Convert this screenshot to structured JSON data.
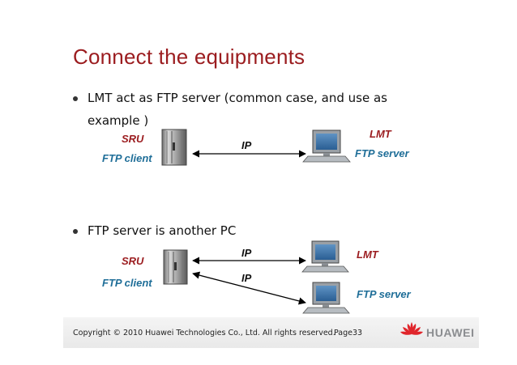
{
  "title": "Connect the equipments",
  "bullets": [
    {
      "line1": "LMT act as FTP server (common case, and use as",
      "line2": "example )"
    },
    {
      "line1": "FTP server is another PC"
    }
  ],
  "diagram1": {
    "left_role": "SRU",
    "left_function": "FTP client",
    "link_label": "IP",
    "right_role": "LMT",
    "right_function": "FTP server"
  },
  "diagram2": {
    "left_role": "SRU",
    "left_function": "FTP client",
    "link_top_label": "IP",
    "link_bottom_label": "IP",
    "right_top_role": "LMT",
    "right_bottom_function": "FTP server"
  },
  "footer": {
    "copyright": "Copyright © 2010 Huawei Technologies Co., Ltd. All rights reserved.",
    "page": "Page33",
    "brand": "HUAWEI"
  },
  "colors": {
    "title_red": "#9b1c1f",
    "label_blue": "#1f6e98",
    "brand_red": "#e0252b"
  }
}
